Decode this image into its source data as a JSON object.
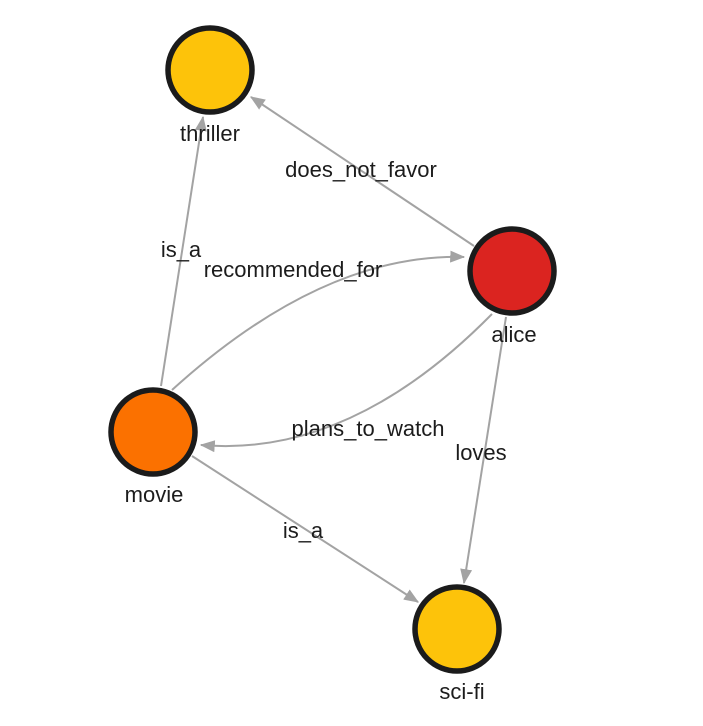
{
  "graph": {
    "nodes": [
      {
        "id": "thriller",
        "label": "thriller",
        "color": "#FDC30A"
      },
      {
        "id": "alice",
        "label": "alice",
        "color": "#DB2420"
      },
      {
        "id": "movie",
        "label": "movie",
        "color": "#FB7100"
      },
      {
        "id": "sci-fi",
        "label": "sci-fi",
        "color": "#FDC30A"
      }
    ],
    "edges": [
      {
        "from": "alice",
        "to": "thriller",
        "label": "does_not_favor"
      },
      {
        "from": "movie",
        "to": "thriller",
        "label": "is_a"
      },
      {
        "from": "movie",
        "to": "alice",
        "label": "recommended_for"
      },
      {
        "from": "alice",
        "to": "movie",
        "label": "plans_to_watch"
      },
      {
        "from": "alice",
        "to": "sci-fi",
        "label": "loves"
      },
      {
        "from": "movie",
        "to": "sci-fi",
        "label": "is_a"
      }
    ],
    "style": {
      "edge_color": "#a3a3a3",
      "node_border_color": "#1b1b1b",
      "label_color": "#1c1c1c",
      "background": "#ffffff"
    }
  }
}
